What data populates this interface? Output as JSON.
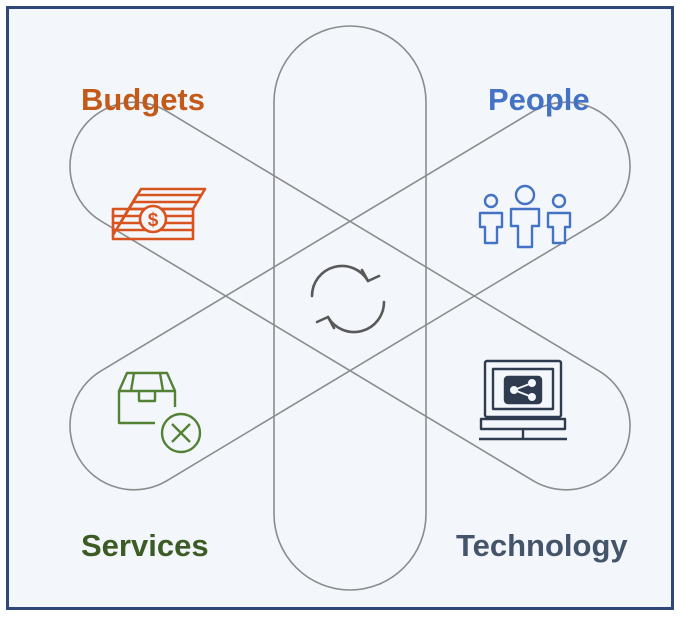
{
  "labels": {
    "budgets": "Budgets",
    "people": "People",
    "services": "Services",
    "technology": "Technology"
  },
  "colors": {
    "budgets": "#c35a1a",
    "people": "#4472c4",
    "services": "#3d5c25",
    "technology": "#44546a",
    "outline": "#8c8c8c",
    "center_icon": "#595959",
    "services_icon": "#548235",
    "technology_icon": "#2f3b4f",
    "background": "#f3f6fb",
    "border": "#2f4779"
  },
  "icons": {
    "center": "sync-icon",
    "budgets": "money-stack-icon",
    "people": "people-group-icon",
    "services": "package-cancel-icon",
    "technology": "laptop-share-icon"
  }
}
